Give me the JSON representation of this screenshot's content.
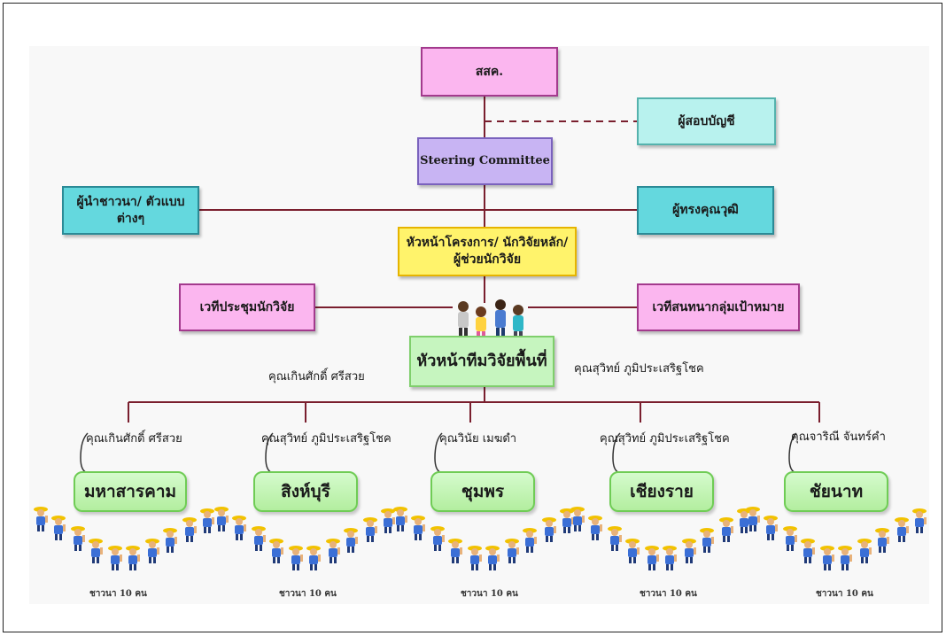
{
  "top_boxes": {
    "office": "สสค.",
    "auditor": "ผู้สอบบัญชี",
    "steering": "Steering Committee",
    "farmer_leaders": "ผู้นำชาวนา/ ตัวแบบต่างๆ",
    "experts": "ผู้ทรงคุณวุฒิ",
    "project_head": "หัวหน้าโครงการ/ นักวิจัยหลัก/ผู้ช่วยนักวิจัย",
    "researcher_forum": "เวทีประชุมนักวิจัย",
    "target_forum": "เวทีสนทนากลุ่มเป้าหมาย",
    "area_team_head": "หัวหน้าทีมวิจัยพื้นที่"
  },
  "team_head_names": {
    "left": "คุณเกินศักดิ์ ศรีสวย",
    "right": "คุณสุวิทย์ ภูมิประเสริฐโชค"
  },
  "provinces": [
    {
      "name": "มหาสารคาม",
      "coordinator": "คุณเกินศักดิ์ ศรีสวย",
      "farmers": "ชาวนา 10 คน"
    },
    {
      "name": "สิงห์บุรี",
      "coordinator": "คุณสุวิทย์ ภูมิประเสริฐโชค",
      "farmers": "ชาวนา 10 คน"
    },
    {
      "name": "ชุมพร",
      "coordinator": "คุณวินัย เมฆดำ",
      "farmers": "ชาวนา 10 คน"
    },
    {
      "name": "เชียงราย",
      "coordinator": "คุณสุวิทย์ ภูมิประเสริฐโชค",
      "farmers": "ชาวนา 10 คน"
    },
    {
      "name": "ชัยนาท",
      "coordinator": "คุณจาริณี จันทร์คำ",
      "farmers": "ชาวนา 10 คน"
    }
  ],
  "icons": {
    "team_people": "group-of-people-icon",
    "farmer": "farmer-figure-icon"
  },
  "colors": {
    "pink": "#fbb6ef",
    "teal": "#64d8de",
    "mint": "#b8f2ee",
    "purple": "#c8b4f3",
    "yellow": "#fff36b",
    "green": "#c6f5bf",
    "connector": "#7a1f2e"
  }
}
